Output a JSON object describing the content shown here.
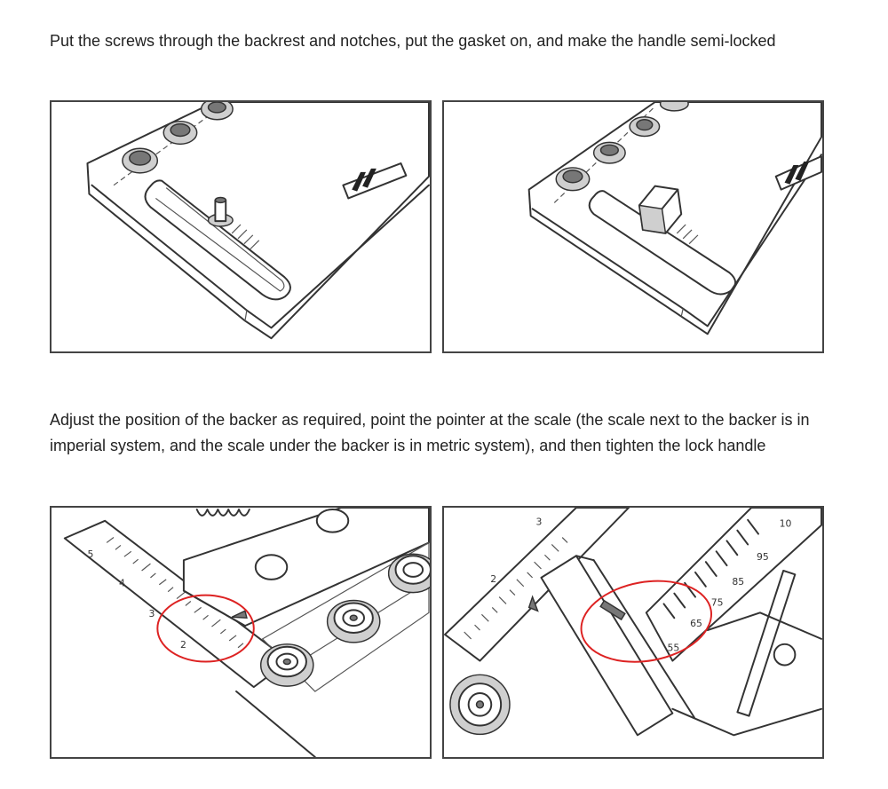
{
  "step1": {
    "caption": "Put the screws through the backrest and notches, put the gasket on, and make the handle semi-locked"
  },
  "step2": {
    "caption": "Adjust the position of the backer as required, point the pointer at the scale (the scale next to the backer is in imperial system, and the scale under the backer is in metric system), and then tighten the lock handle",
    "imperial_scale_labels": [
      "5",
      "4",
      "3",
      "2"
    ],
    "metric_scale_labels": [
      "3",
      "2",
      "10",
      "95",
      "85",
      "75",
      "65",
      "55"
    ]
  },
  "icons": {
    "brand_logo": "brand-logo"
  }
}
